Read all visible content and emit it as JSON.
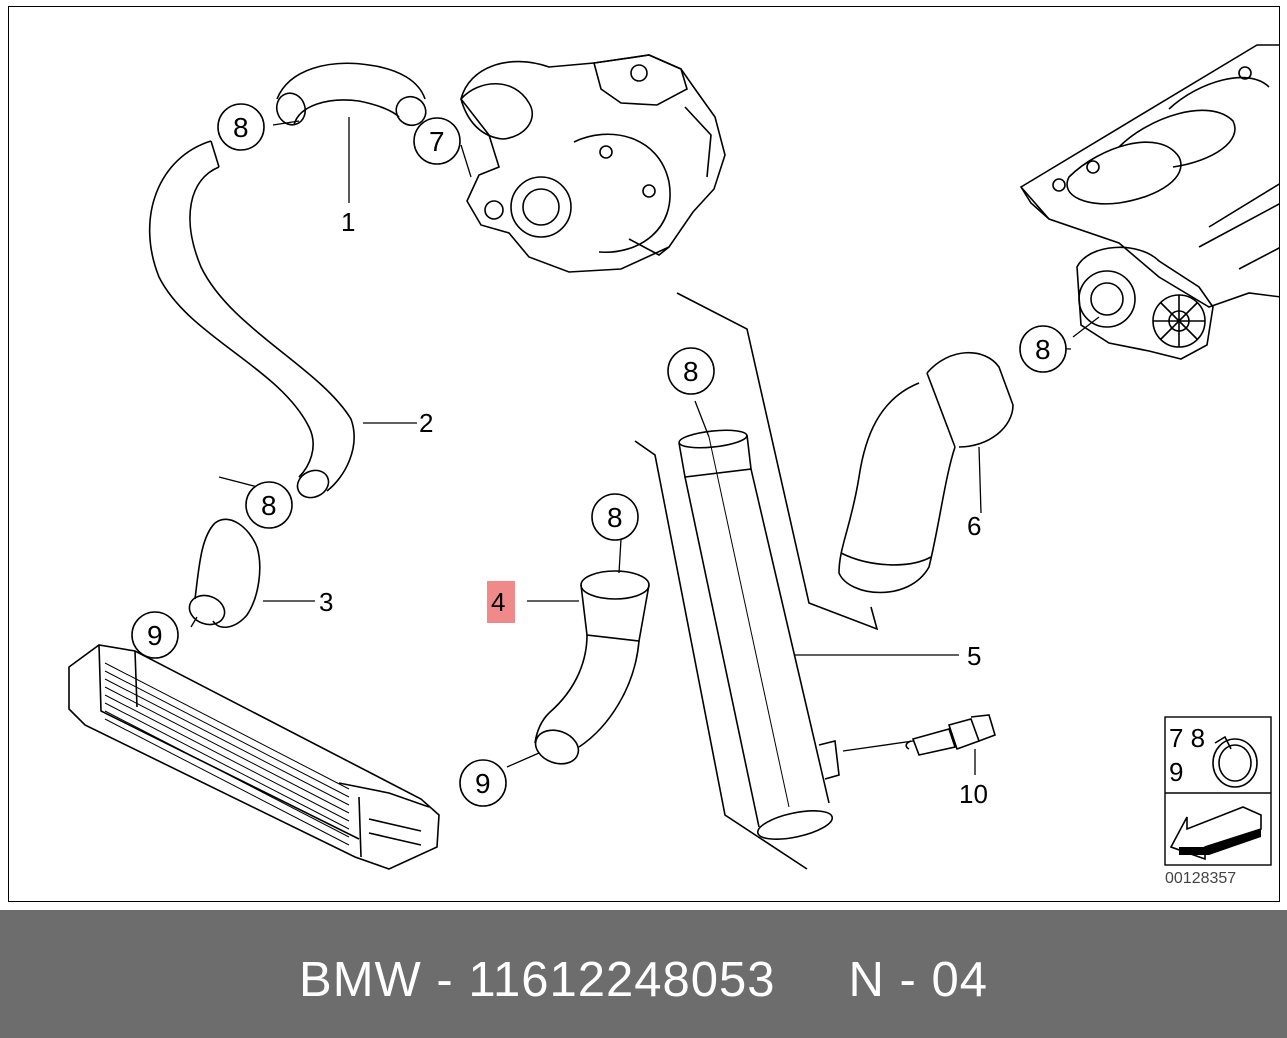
{
  "callouts": {
    "c1": "1",
    "c2": "2",
    "c3": "3",
    "c4": "4",
    "c5": "5",
    "c6": "6",
    "c7": "7",
    "c8": "8",
    "c9": "9",
    "c10": "10"
  },
  "legend": {
    "line1": "7 8",
    "line2": "9"
  },
  "reference_number": "00128357",
  "footer": {
    "text": "BMW - 11612248053     N - 04"
  },
  "colors": {
    "highlight": "#f08a8a",
    "footer_bg": "#6d6d6d",
    "footer_text": "#ffffff",
    "line": "#000000"
  }
}
